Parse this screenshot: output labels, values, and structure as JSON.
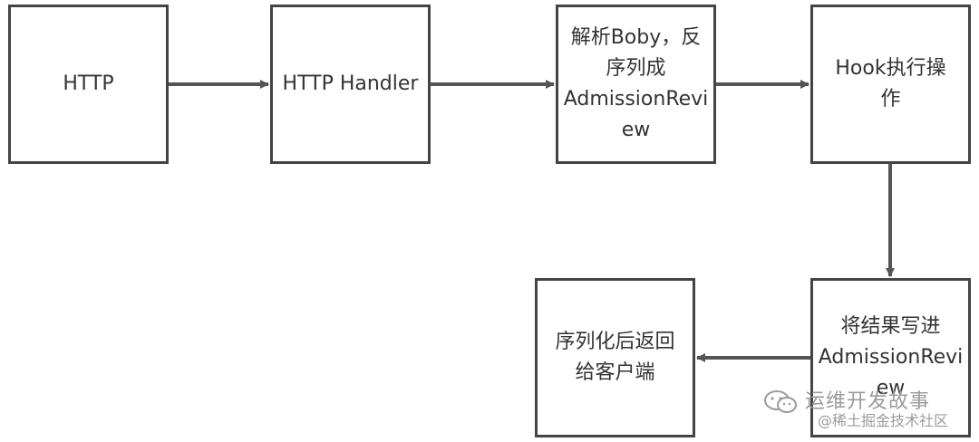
{
  "nodes": [
    {
      "id": "b1",
      "lines": [
        "HTTP"
      ]
    },
    {
      "id": "b2",
      "lines": [
        "HTTP Handler"
      ]
    },
    {
      "id": "b3",
      "lines": [
        "解析Boby，反",
        "序列成",
        "AdmissionRevi",
        "ew"
      ]
    },
    {
      "id": "b4",
      "lines": [
        "Hook执行操",
        "作"
      ]
    },
    {
      "id": "b5",
      "lines": [
        "将结果写进",
        "AdmissionRevi",
        "ew"
      ]
    },
    {
      "id": "b6",
      "lines": [
        "序列化后返回",
        "给客户端"
      ]
    }
  ],
  "edges": [
    {
      "from": "HTTP",
      "to": "HTTP Handler"
    },
    {
      "from": "HTTP Handler",
      "to": "解析Boby，反序列成AdmissionReview"
    },
    {
      "from": "解析Boby，反序列成AdmissionReview",
      "to": "Hook执行操作"
    },
    {
      "from": "Hook执行操作",
      "to": "将结果写进AdmissionReview"
    },
    {
      "from": "将结果写进AdmissionReview",
      "to": "序列化后返回给客户端"
    }
  ],
  "watermark": {
    "name": "运维开发故事",
    "sub": "@稀土掘金技术社区",
    "icon": "wechat-icon"
  },
  "colors": {
    "border": "#444444",
    "arrow": "#555555",
    "text": "#333333",
    "watermark": "#9a9a9a"
  }
}
